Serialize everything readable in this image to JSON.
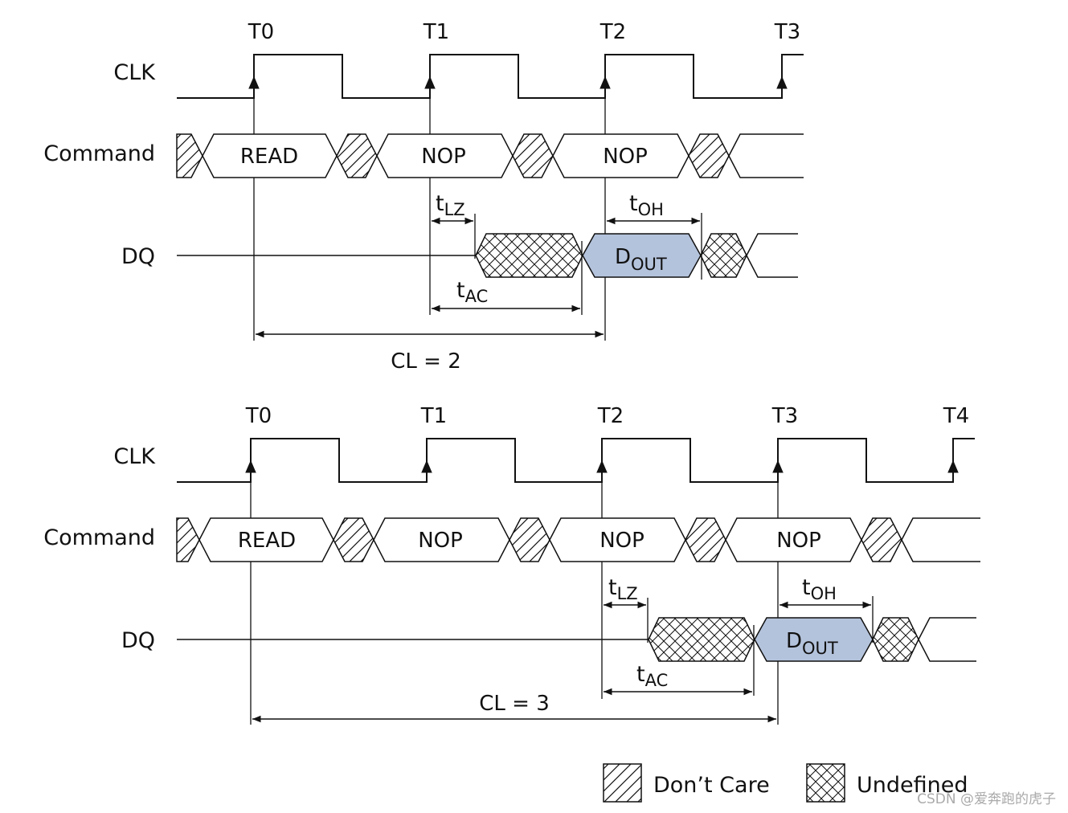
{
  "diagram_a": {
    "tick_labels": [
      "T0",
      "T1",
      "T2",
      "T3"
    ],
    "signal_labels": {
      "clk": "CLK",
      "command": "Command",
      "dq": "DQ"
    },
    "commands": [
      "READ",
      "NOP",
      "NOP"
    ],
    "t_lz": {
      "main": "t",
      "sub": "LZ"
    },
    "t_oh": {
      "main": "t",
      "sub": "OH"
    },
    "t_ac": {
      "main": "t",
      "sub": "AC"
    },
    "dout": {
      "main": "D",
      "sub": "OUT"
    },
    "latency_label": "CL = 2"
  },
  "diagram_b": {
    "tick_labels": [
      "T0",
      "T1",
      "T2",
      "T3",
      "T4"
    ],
    "signal_labels": {
      "clk": "CLK",
      "command": "Command",
      "dq": "DQ"
    },
    "commands": [
      "READ",
      "NOP",
      "NOP",
      "NOP"
    ],
    "t_lz": {
      "main": "t",
      "sub": "LZ"
    },
    "t_oh": {
      "main": "t",
      "sub": "OH"
    },
    "t_ac": {
      "main": "t",
      "sub": "AC"
    },
    "dout": {
      "main": "D",
      "sub": "OUT"
    },
    "latency_label": "CL = 3"
  },
  "legend": {
    "dont_care": "Don’t Care",
    "undefined": "Undefined"
  },
  "watermark": "CSDN @爱奔跑的虎子",
  "colors": {
    "dout_fill": "#b4c3dc",
    "line": "#111111"
  }
}
